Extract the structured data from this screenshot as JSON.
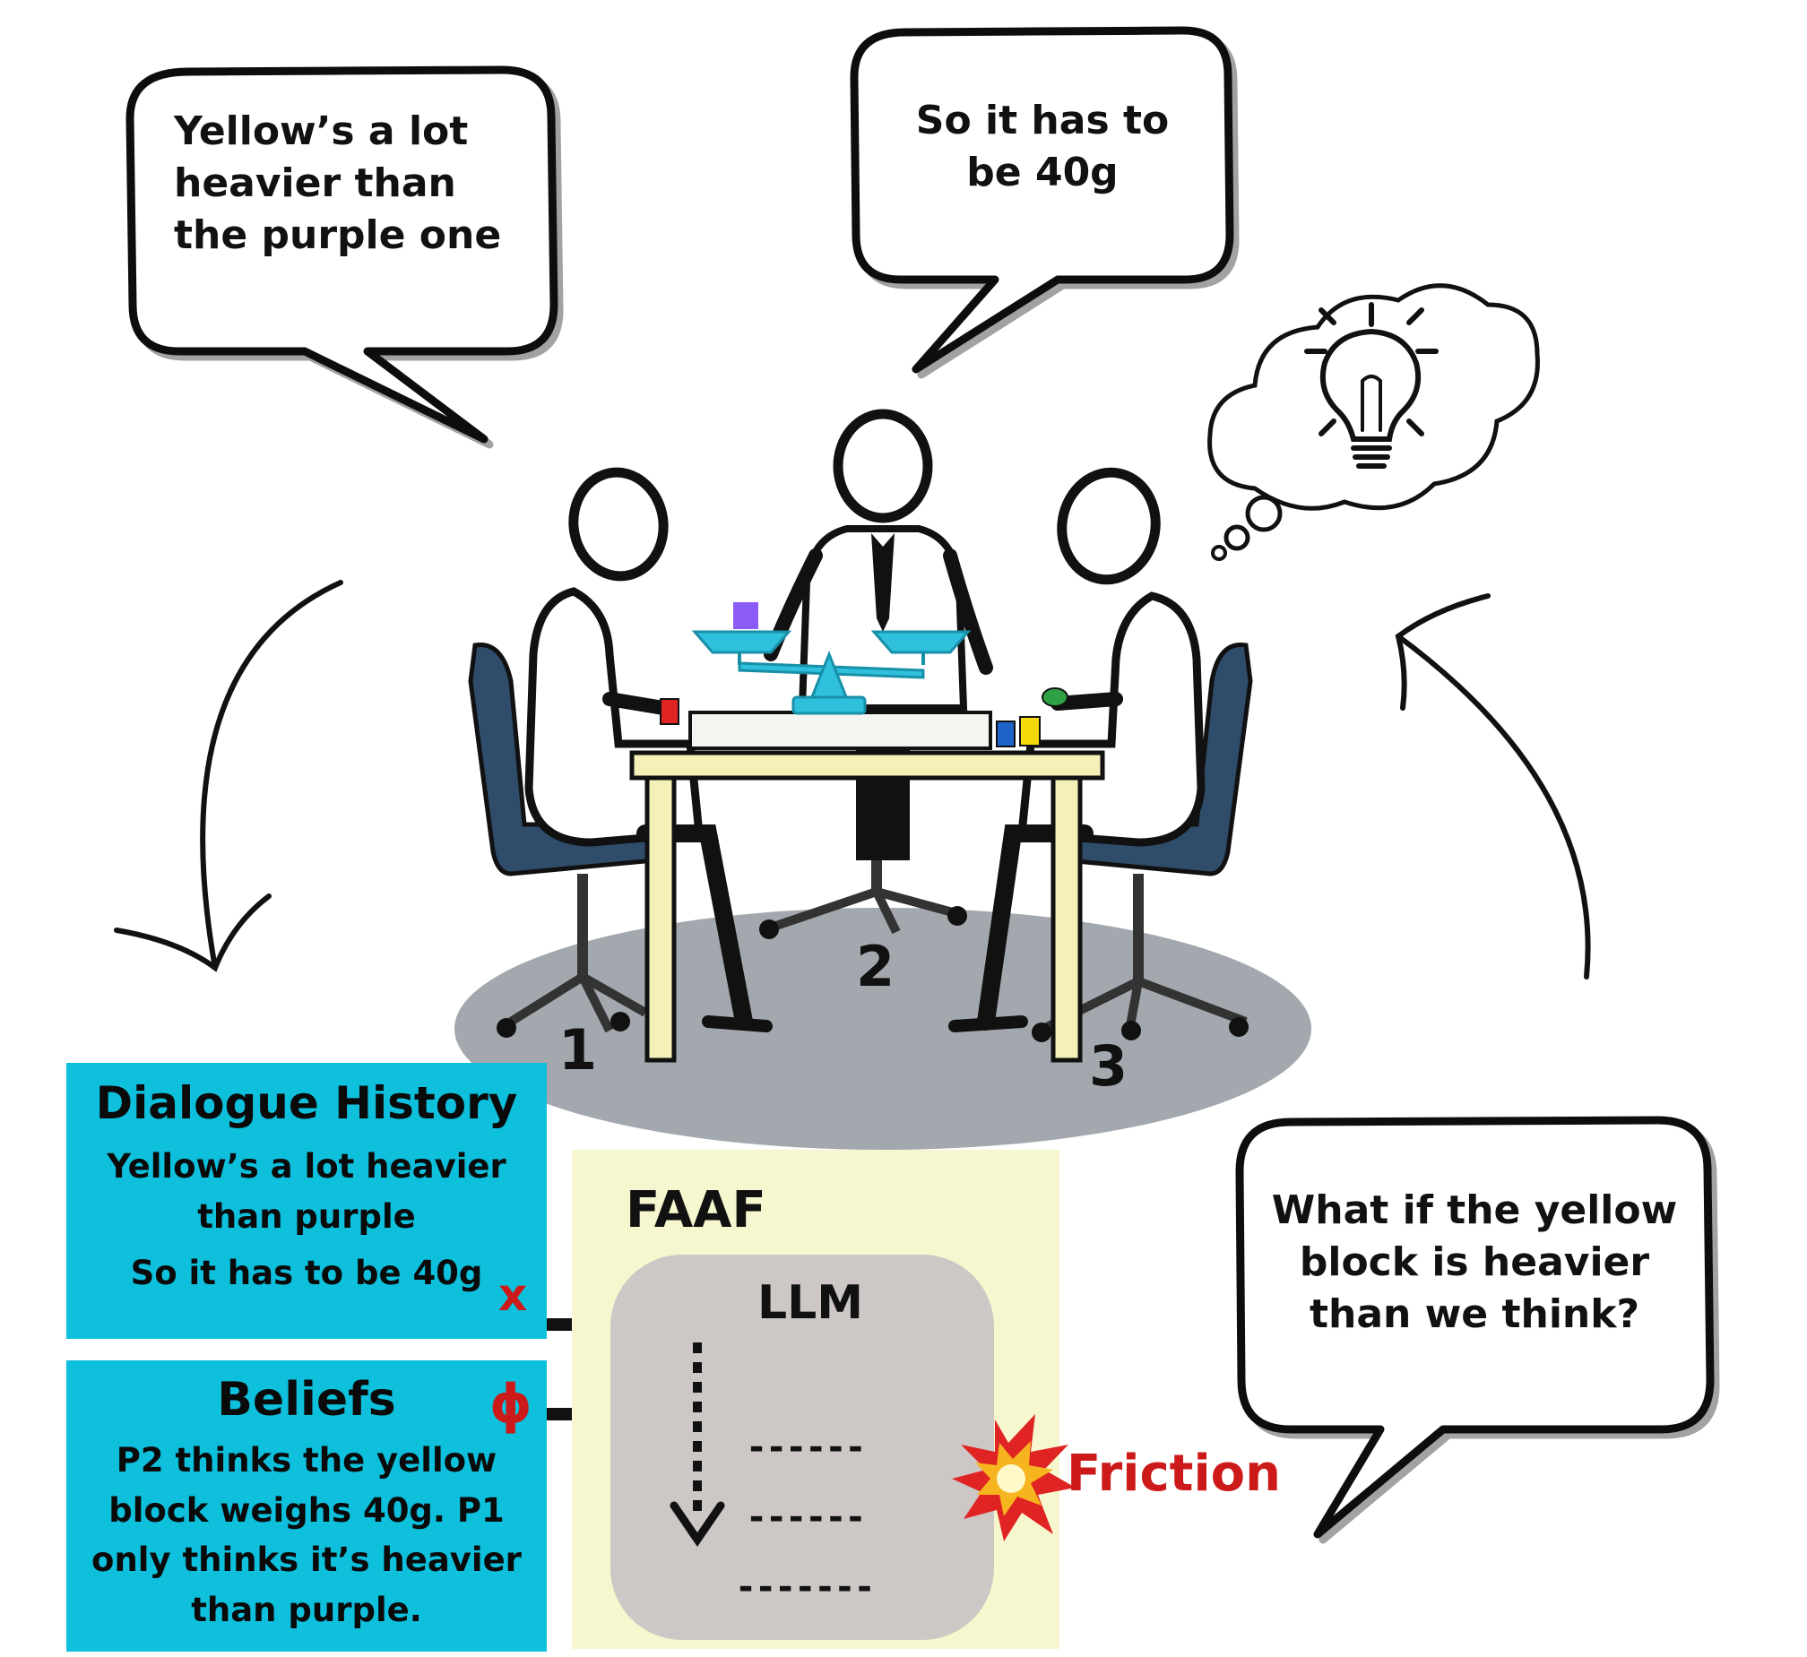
{
  "bubbles": {
    "p1": "Yellow’s a lot\nheavier than\nthe purple one",
    "p2": "So it has to\nbe 40g",
    "p3": "What if the yellow\nblock is heavier\nthan we think?"
  },
  "seats": {
    "one": "1",
    "two": "2",
    "three": "3"
  },
  "dialogue_history": {
    "title": "Dialogue History",
    "line1": "Yellow’s a lot heavier\nthan purple",
    "line2": "So it has to be 40g",
    "marker": "x"
  },
  "beliefs": {
    "title": "Beliefs",
    "marker": "ϕ",
    "text": "P2 thinks the yellow\nblock weighs 40g. P1\nonly thinks it’s heavier\nthan purple."
  },
  "faaf": {
    "title": "FAAF",
    "llm": "LLM",
    "dashes": [
      "------",
      "------",
      "-------"
    ],
    "friction": "Friction"
  },
  "colors": {
    "panel": "#0ec0dc",
    "faaf_bg": "#f7f7cf",
    "llm_bg": "#cdc7c6",
    "friction": "#cc1a1a",
    "marker": "#cc1a1a",
    "floor": "#a3a8ae",
    "chair": "#2f4c6b",
    "scale": "#2ec0dc",
    "block_purple": "#8b5cf6",
    "block_yellow": "#f5d90a",
    "block_red": "#e02424",
    "block_green": "#2ea043",
    "block_blue": "#1e64c8"
  },
  "icons": [
    "lightbulb-icon",
    "thought-cloud",
    "explosion-icon",
    "arrow-icon"
  ]
}
